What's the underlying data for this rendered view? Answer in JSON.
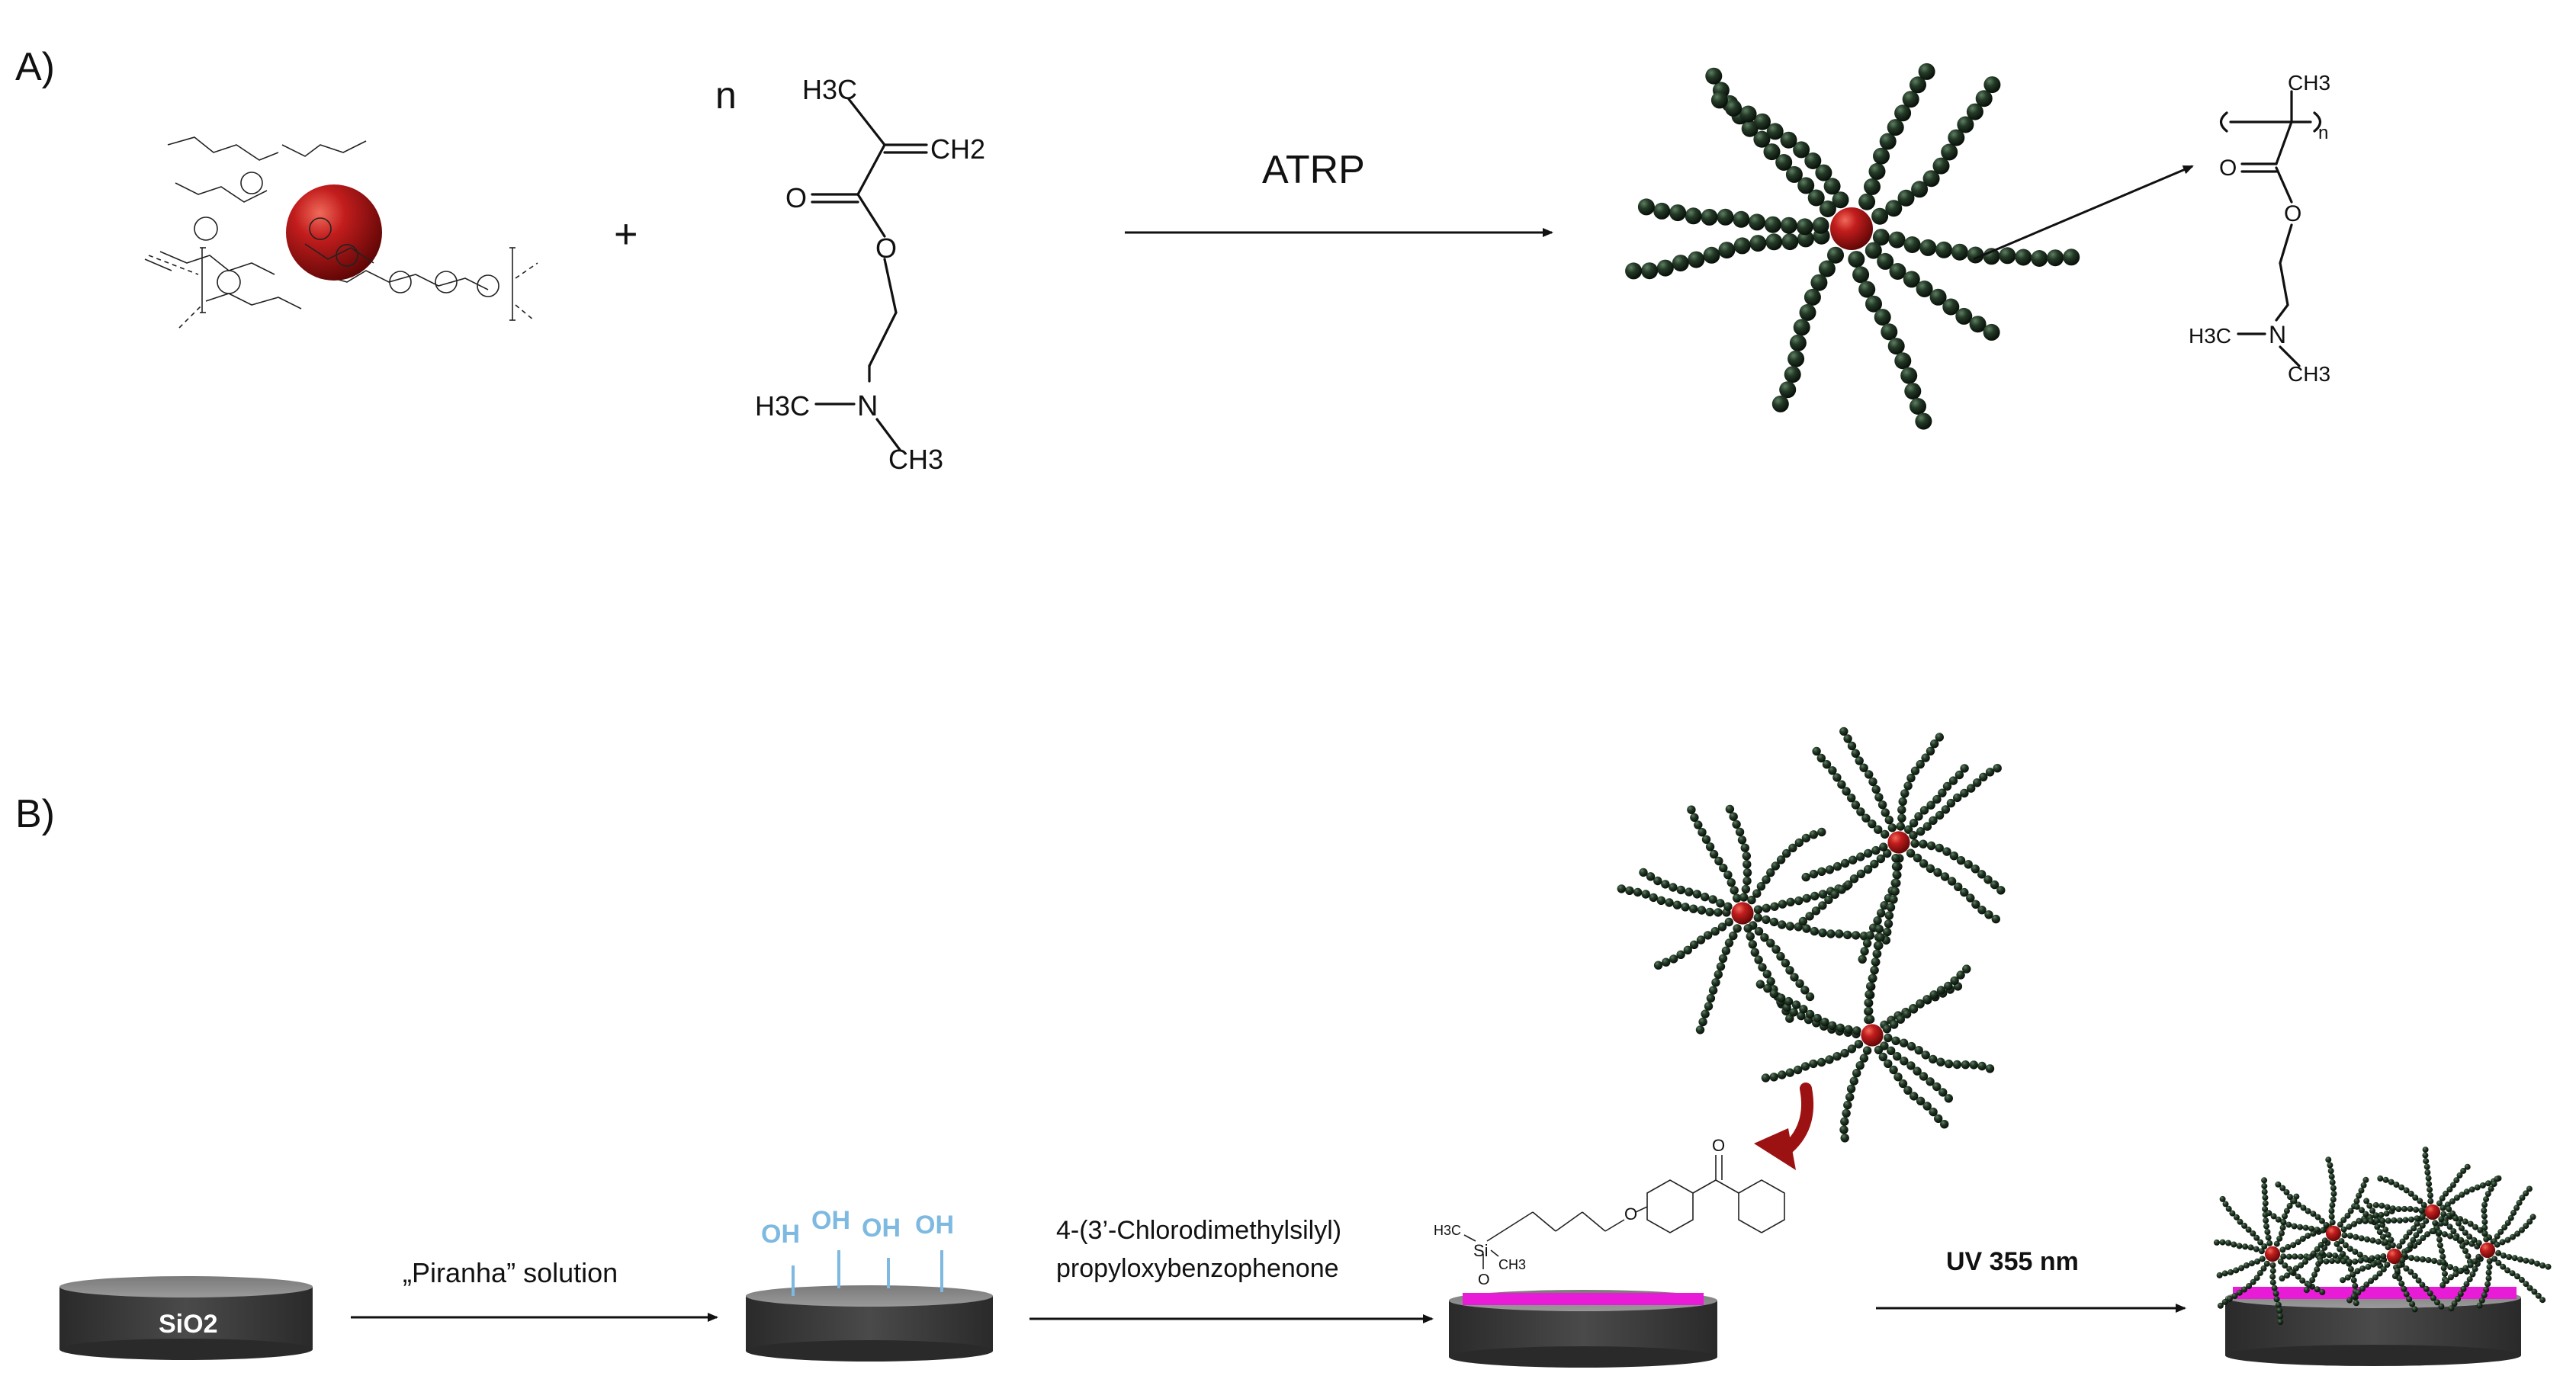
{
  "panels": {
    "a_label": "A)",
    "b_label": "B)"
  },
  "panel_a": {
    "multiplier": "n",
    "plus": "+",
    "arrow_label": "ATRP",
    "monomer": {
      "h3c": "H3C",
      "ch2": "CH2",
      "o_carbonyl": "O",
      "o_ester": "O",
      "n": "N",
      "n_methyl_left": "H3C",
      "n_methyl_right": "CH3"
    },
    "polymer_unit": {
      "ch3_top": "CH3",
      "subscript_n": "n",
      "o_carbonyl": "O",
      "o_ester": "O",
      "n": "N",
      "n_methyl_left": "H3C",
      "n_methyl_right": "CH3"
    }
  },
  "panel_b": {
    "substrate_label": "SiO2",
    "step1_label": "„Piranha” solution",
    "oh_labels": [
      "OH",
      "OH",
      "OH",
      "OH"
    ],
    "step2_label_line1": "4-(3’-Chlorodimethylsilyl)",
    "step2_label_line2": "propyloxybenzophenone",
    "step3_label": "UV 355  nm",
    "silane": {
      "si": "Si",
      "h3c": "H3C",
      "ch3": "CH3",
      "o_surface": "O",
      "o_ether": "O",
      "o_ketone": "O"
    }
  },
  "colors": {
    "core_red": "#b01818",
    "arm_green": "#1d3320",
    "oh_blue": "#7db9e0",
    "pink_layer": "#e81cd6",
    "substrate_dark": "#3a3a3a"
  }
}
